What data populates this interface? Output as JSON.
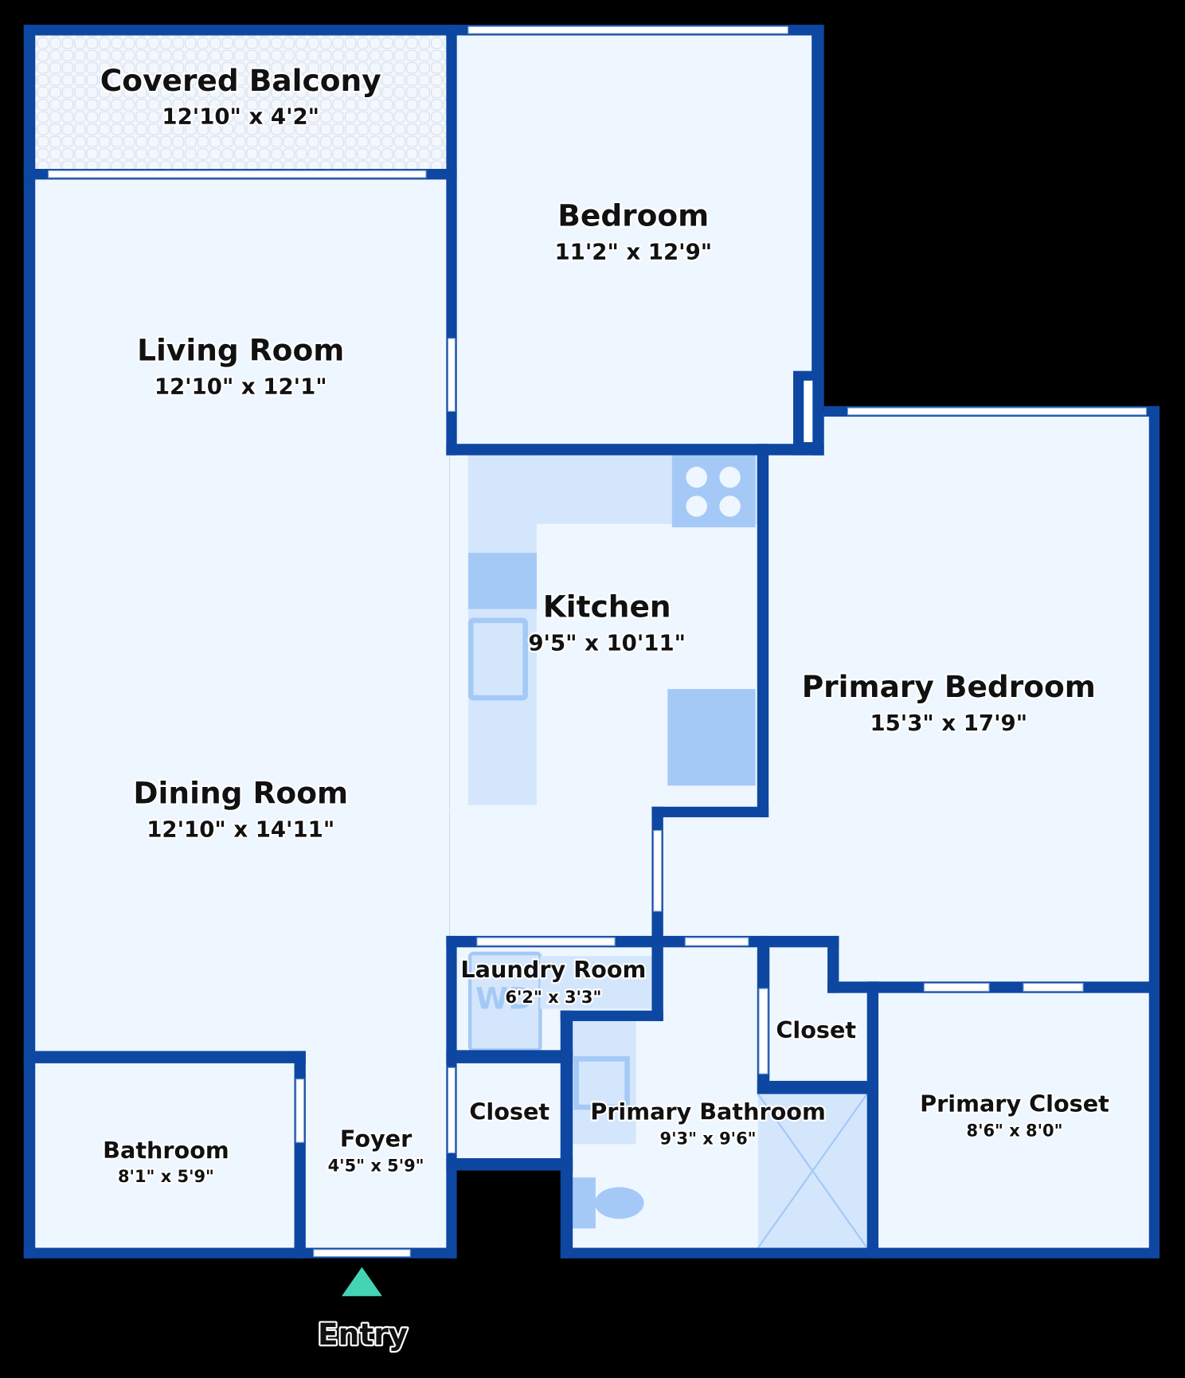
{
  "rooms": {
    "balcony": {
      "name": "Covered Balcony",
      "dims": "12'10\" x 4'2\""
    },
    "bedroom": {
      "name": "Bedroom",
      "dims": "11'2\" x 12'9\""
    },
    "living": {
      "name": "Living Room",
      "dims": "12'10\" x 12'1\""
    },
    "kitchen": {
      "name": "Kitchen",
      "dims": "9'5\" x 10'11\""
    },
    "primary_bedroom": {
      "name": "Primary Bedroom",
      "dims": "15'3\" x 17'9\""
    },
    "dining": {
      "name": "Dining Room",
      "dims": "12'10\" x 14'11\""
    },
    "laundry": {
      "name": "Laundry Room",
      "dims": "6'2\" x 3'3\""
    },
    "closet_a": {
      "name": "Closet"
    },
    "closet_b": {
      "name": "Closet"
    },
    "bathroom": {
      "name": "Bathroom",
      "dims": "8'1\" x 5'9\""
    },
    "foyer": {
      "name": "Foyer",
      "dims": "4'5\" x 5'9\""
    },
    "primary_bathroom": {
      "name": "Primary Bathroom",
      "dims": "9'3\" x 9'6\""
    },
    "primary_closet": {
      "name": "Primary Closet",
      "dims": "8'6\" x 8'0\""
    }
  },
  "entry": {
    "label": "Entry"
  },
  "washer_dryer_label": "WD",
  "colors": {
    "wall": "#0d47a1",
    "floor": "#eef6ff",
    "entry_marker": "#44d4b4"
  }
}
